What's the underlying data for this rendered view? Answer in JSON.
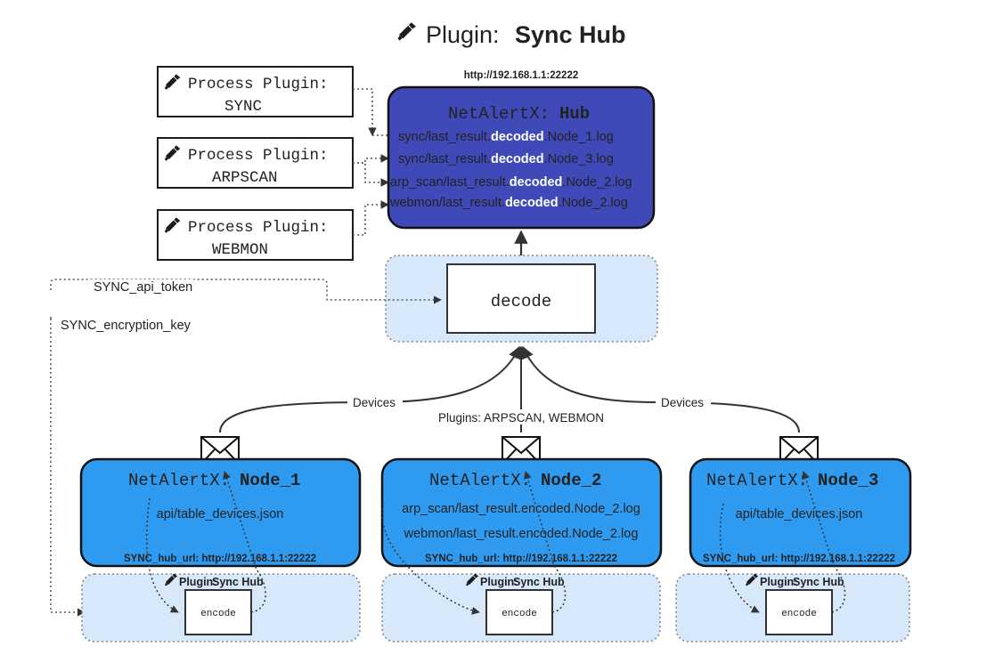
{
  "title": {
    "icon": "plug-icon",
    "prefix": "Plugin:",
    "name": "Sync Hub"
  },
  "hub": {
    "url": "http://192.168.1.1:22222",
    "heading_prefix": "NetAlertX:",
    "heading_name": "Hub",
    "color": "#3f49b8",
    "lines": [
      {
        "pre": "sync/last_result.",
        "bold": "decoded",
        "post": ".Node_1.log"
      },
      {
        "pre": "sync/last_result.",
        "bold": "decoded",
        "post": ".Node_3.log"
      },
      {
        "pre": "arp_scan/last_result.",
        "bold": "decoded",
        "post": ".Node_2.log"
      },
      {
        "pre": "webmon/last_result.",
        "bold": "decoded",
        "post": ".Node_2.log"
      }
    ]
  },
  "process_plugins": [
    {
      "icon": "plug-icon",
      "label": "Process Plugin:",
      "name": "SYNC"
    },
    {
      "icon": "plug-icon",
      "label": "Process Plugin:",
      "name": "ARPSCAN"
    },
    {
      "icon": "plug-icon",
      "label": "Process Plugin:",
      "name": "WEBMON"
    }
  ],
  "decode": {
    "box_label": "decode",
    "container_color": "#d6e8fa"
  },
  "settings": [
    {
      "label": "SYNC_api_token"
    },
    {
      "label": "SYNC_encryption_key"
    }
  ],
  "edge_labels": {
    "devices_left": "Devices",
    "devices_right": "Devices",
    "plugins_mid": "Plugins: ARPSCAN, WEBMON"
  },
  "nodes": [
    {
      "heading_prefix": "NetAlertX:",
      "heading_name": "Node_1",
      "color": "#2f9bf0",
      "icon": "envelope-icon",
      "lines": [
        {
          "pre": "api/table_devices.json",
          "bold": "",
          "post": ""
        }
      ],
      "footer": "SYNC_hub_url: http://192.168.1.1:22222",
      "encode": {
        "label": "encode",
        "plugin_prefix": "Plugin:",
        "plugin_name": "Sync Hub",
        "icon": "plug-icon"
      }
    },
    {
      "heading_prefix": "NetAlertX:",
      "heading_name": "Node_2",
      "color": "#2f9bf0",
      "icon": "envelope-icon",
      "lines": [
        {
          "pre": "arp_scan/last_result.encoded.Node_2.log",
          "bold": "",
          "post": ""
        },
        {
          "pre": "webmon/last_result.encoded.Node_2.log",
          "bold": "",
          "post": ""
        }
      ],
      "footer": "SYNC_hub_url: http://192.168.1.1:22222",
      "encode": {
        "label": "encode",
        "plugin_prefix": "Plugin:",
        "plugin_name": "Sync Hub",
        "icon": "plug-icon"
      }
    },
    {
      "heading_prefix": "NetAlertX:",
      "heading_name": "Node_3",
      "color": "#2f9bf0",
      "icon": "envelope-icon",
      "lines": [
        {
          "pre": "api/table_devices.json",
          "bold": "",
          "post": ""
        }
      ],
      "footer": "SYNC_hub_url: http://192.168.1.1:22222",
      "encode": {
        "label": "encode",
        "plugin_prefix": "Plugin:",
        "plugin_name": "Sync Hub",
        "icon": "plug-icon"
      }
    }
  ]
}
